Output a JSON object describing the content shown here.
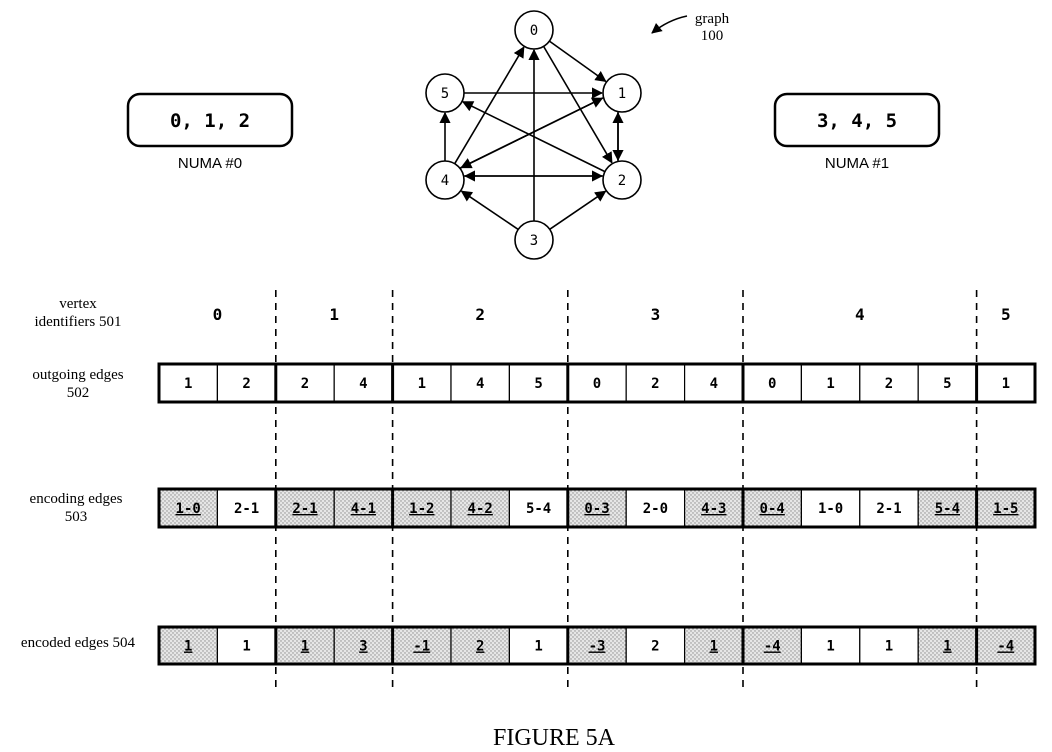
{
  "graph": {
    "label_line1": "graph",
    "label_line2": "100",
    "vertices": [
      "0",
      "1",
      "2",
      "3",
      "4",
      "5"
    ],
    "edges": [
      [
        "0",
        "1"
      ],
      [
        "0",
        "2"
      ],
      [
        "1",
        "2"
      ],
      [
        "2",
        "1"
      ],
      [
        "1",
        "4"
      ],
      [
        "4",
        "1"
      ],
      [
        "2",
        "4"
      ],
      [
        "4",
        "2"
      ],
      [
        "2",
        "5"
      ],
      [
        "3",
        "0"
      ],
      [
        "3",
        "2"
      ],
      [
        "3",
        "4"
      ],
      [
        "4",
        "0"
      ],
      [
        "4",
        "5"
      ],
      [
        "5",
        "1"
      ]
    ]
  },
  "numa": [
    {
      "content": "0, 1, 2",
      "label": "NUMA #0"
    },
    {
      "content": "3, 4, 5",
      "label": "NUMA #1"
    }
  ],
  "rows": {
    "vertex_identifiers": {
      "label_line1": "vertex",
      "label_line2": "identifiers 501",
      "values": [
        "0",
        "1",
        "2",
        "3",
        "4",
        "5"
      ]
    },
    "outgoing_edges": {
      "label_line1": "outgoing edges",
      "label_line2": "502"
    },
    "encoding_edges": {
      "label_line1": "encoding edges",
      "label_line2": "503"
    },
    "encoded_edges": {
      "label": "encoded edges 504"
    }
  },
  "cells": [
    {
      "vertex": "0",
      "outgoing": "1",
      "encoding": "1-0",
      "encoded": "1",
      "shaded": true
    },
    {
      "vertex": "0",
      "outgoing": "2",
      "encoding": "2-1",
      "encoded": "1",
      "shaded": false
    },
    {
      "vertex": "1",
      "outgoing": "2",
      "encoding": "2-1",
      "encoded": "1",
      "shaded": true
    },
    {
      "vertex": "1",
      "outgoing": "4",
      "encoding": "4-1",
      "encoded": "3",
      "shaded": true
    },
    {
      "vertex": "2",
      "outgoing": "1",
      "encoding": "1-2",
      "encoded": "-1",
      "shaded": true
    },
    {
      "vertex": "2",
      "outgoing": "4",
      "encoding": "4-2",
      "encoded": "2",
      "shaded": true
    },
    {
      "vertex": "2",
      "outgoing": "5",
      "encoding": "5-4",
      "encoded": "1",
      "shaded": false
    },
    {
      "vertex": "3",
      "outgoing": "0",
      "encoding": "0-3",
      "encoded": "-3",
      "shaded": true
    },
    {
      "vertex": "3",
      "outgoing": "2",
      "encoding": "2-0",
      "encoded": "2",
      "shaded": false
    },
    {
      "vertex": "3",
      "outgoing": "4",
      "encoding": "4-3",
      "encoded": "1",
      "shaded": true
    },
    {
      "vertex": "4",
      "outgoing": "0",
      "encoding": "0-4",
      "encoded": "-4",
      "shaded": true
    },
    {
      "vertex": "4",
      "outgoing": "1",
      "encoding": "1-0",
      "encoded": "1",
      "shaded": false
    },
    {
      "vertex": "4",
      "outgoing": "2",
      "encoding": "2-1",
      "encoded": "1",
      "shaded": false
    },
    {
      "vertex": "4",
      "outgoing": "5",
      "encoding": "5-4",
      "encoded": "1",
      "shaded": true
    },
    {
      "vertex": "5",
      "outgoing": "1",
      "encoding": "1-5",
      "encoded": "-4",
      "shaded": true
    }
  ],
  "caption": "FIGURE 5A"
}
